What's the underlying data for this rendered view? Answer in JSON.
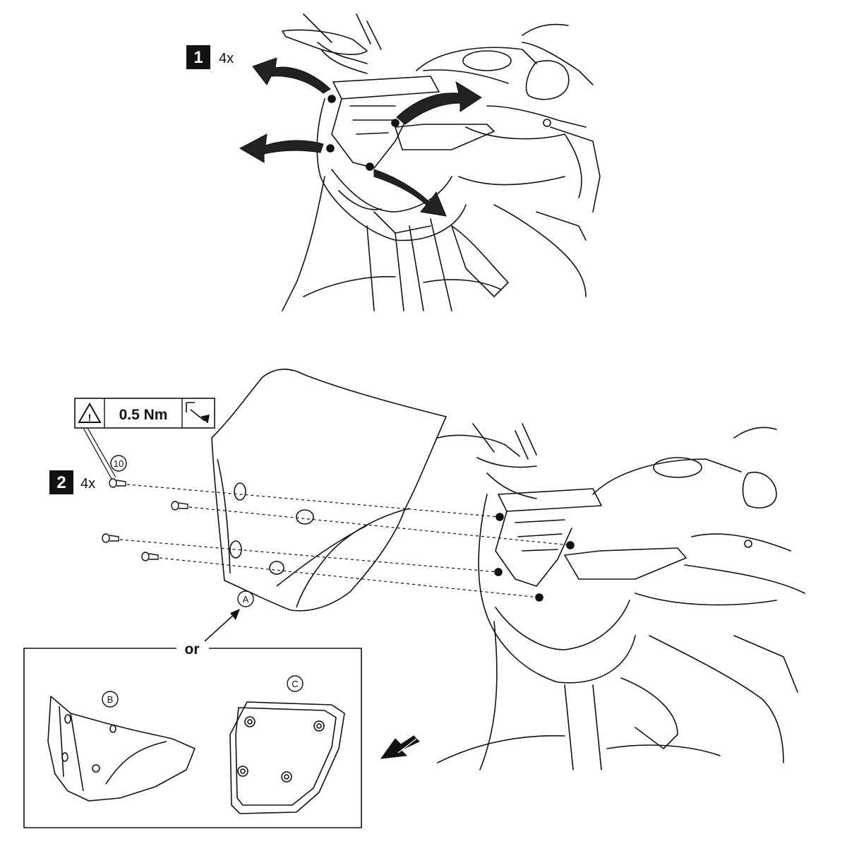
{
  "step1": {
    "number": "1",
    "quantity": "4x"
  },
  "step2": {
    "number": "2",
    "quantity": "4x",
    "part_number": "10"
  },
  "torque": {
    "value": "0.5 Nm"
  },
  "callouts": {
    "a": "A",
    "b": "B",
    "c": "C"
  },
  "or_label": "or",
  "icons": [
    "warning-triangle-icon",
    "torque-wrench-icon",
    "removal-arrow-icon",
    "assembly-direction-arrow-icon"
  ]
}
